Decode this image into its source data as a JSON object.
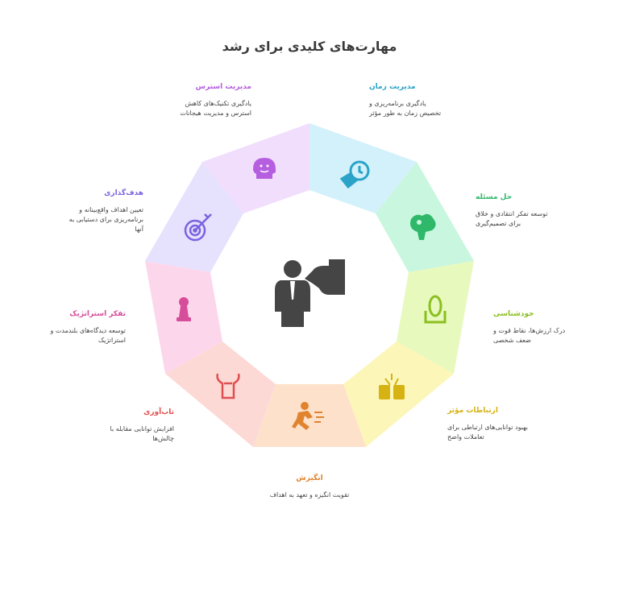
{
  "title": "مهارت‌های کلیدی برای رشد",
  "colors": {
    "time": "#2ba3c9",
    "problem": "#2fb86a",
    "self": "#8bbf1f",
    "comm": "#d6b313",
    "motivation": "#e0832f",
    "resilience": "#e04f4f",
    "strategy": "#d64d9a",
    "goals": "#7a62e0",
    "stress": "#b55ee0"
  },
  "skills": {
    "time": {
      "title": "مدیریت زمان",
      "desc1": "یادگیری برنامه‌ریزی و",
      "desc2": "تخصیص زمان به طور مؤثر",
      "icon": "clock-hand-icon"
    },
    "problem": {
      "title": "حل مسئله",
      "desc1": "توسعه تفکر انتقادی و خلاق",
      "desc2": "برای تصمیم‌گیری",
      "icon": "brain-puzzle-icon"
    },
    "self": {
      "title": "خودشناسی",
      "desc1": "درک ارزش‌ها، نقاط قوت و",
      "desc2": "ضعف شخصی",
      "icon": "mirror-icon"
    },
    "comm": {
      "title": "ارتباطات مؤثر",
      "desc1": "بهبود توانایی‌های ارتباطی برای",
      "desc2": "تعاملات واضح",
      "icon": "handshake-icon"
    },
    "motivation": {
      "title": "انگیزش",
      "desc1": "تقویت انگیزه و تعهد به اهداف",
      "desc2": "",
      "icon": "running-person-icon"
    },
    "resilience": {
      "title": "تاب‌آوری",
      "desc1": "افزایش توانایی مقابله با",
      "desc2": "چالش‌ها",
      "icon": "strong-person-icon"
    },
    "strategy": {
      "title": "تفکر استراتژیک",
      "desc1": "توسعه دیدگاه‌های بلندمدت و",
      "desc2": "استراتژیک",
      "icon": "chess-pawn-icon"
    },
    "goals": {
      "title": "هدف‌گذاری",
      "desc1": "تعیین اهداف واقع‌بینانه و",
      "desc2": "برنامه‌ریزی برای دستیابی به",
      "desc3": "آنها",
      "icon": "target-icon"
    },
    "stress": {
      "title": "مدیریت استرس",
      "desc1": "یادگیری تکنیک‌های کاهش",
      "desc2": "استرس و مدیریت هیجانات",
      "icon": "calm-head-icon"
    }
  },
  "center_icon": "businessman-icon"
}
